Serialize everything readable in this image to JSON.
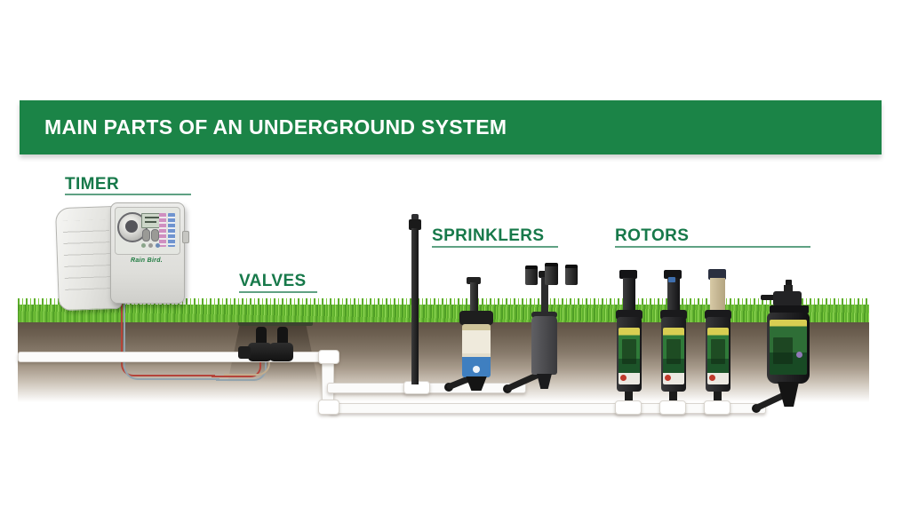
{
  "header": {
    "title": "MAIN PARTS OF AN UNDERGROUND SYSTEM"
  },
  "sections": {
    "timer": {
      "label": "TIMER"
    },
    "valves": {
      "label": "VALVES"
    },
    "sprinklers": {
      "label": "SPRINKLERS"
    },
    "rotors": {
      "label": "ROTORS"
    }
  },
  "timer_device": {
    "brand": "Rain Bird."
  },
  "diagram": {
    "type": "irrigation-system-cutaway",
    "components": [
      "timer controller",
      "valve manifold in valve box",
      "main line pipe",
      "lateral pipes",
      "swing pipes",
      "shrub riser",
      "pop-up spray sprinklers",
      "spray nozzles",
      "pop-up rotors",
      "impact rotor on riser canister",
      "valve wires",
      "grass",
      "soil cross-section"
    ]
  },
  "colors": {
    "banner_green": "#1b8447",
    "label_green": "#17794a",
    "underline_green": "#5fa183",
    "grass_green": "#6ab82e",
    "soil_brown": "#6e6152",
    "pipe_white": "#fbfbfa",
    "wire_red": "#b5443a",
    "wire_gray": "#93a3ad",
    "device_black": "#1c1c1e",
    "product_label_green": "#2f7a39"
  }
}
